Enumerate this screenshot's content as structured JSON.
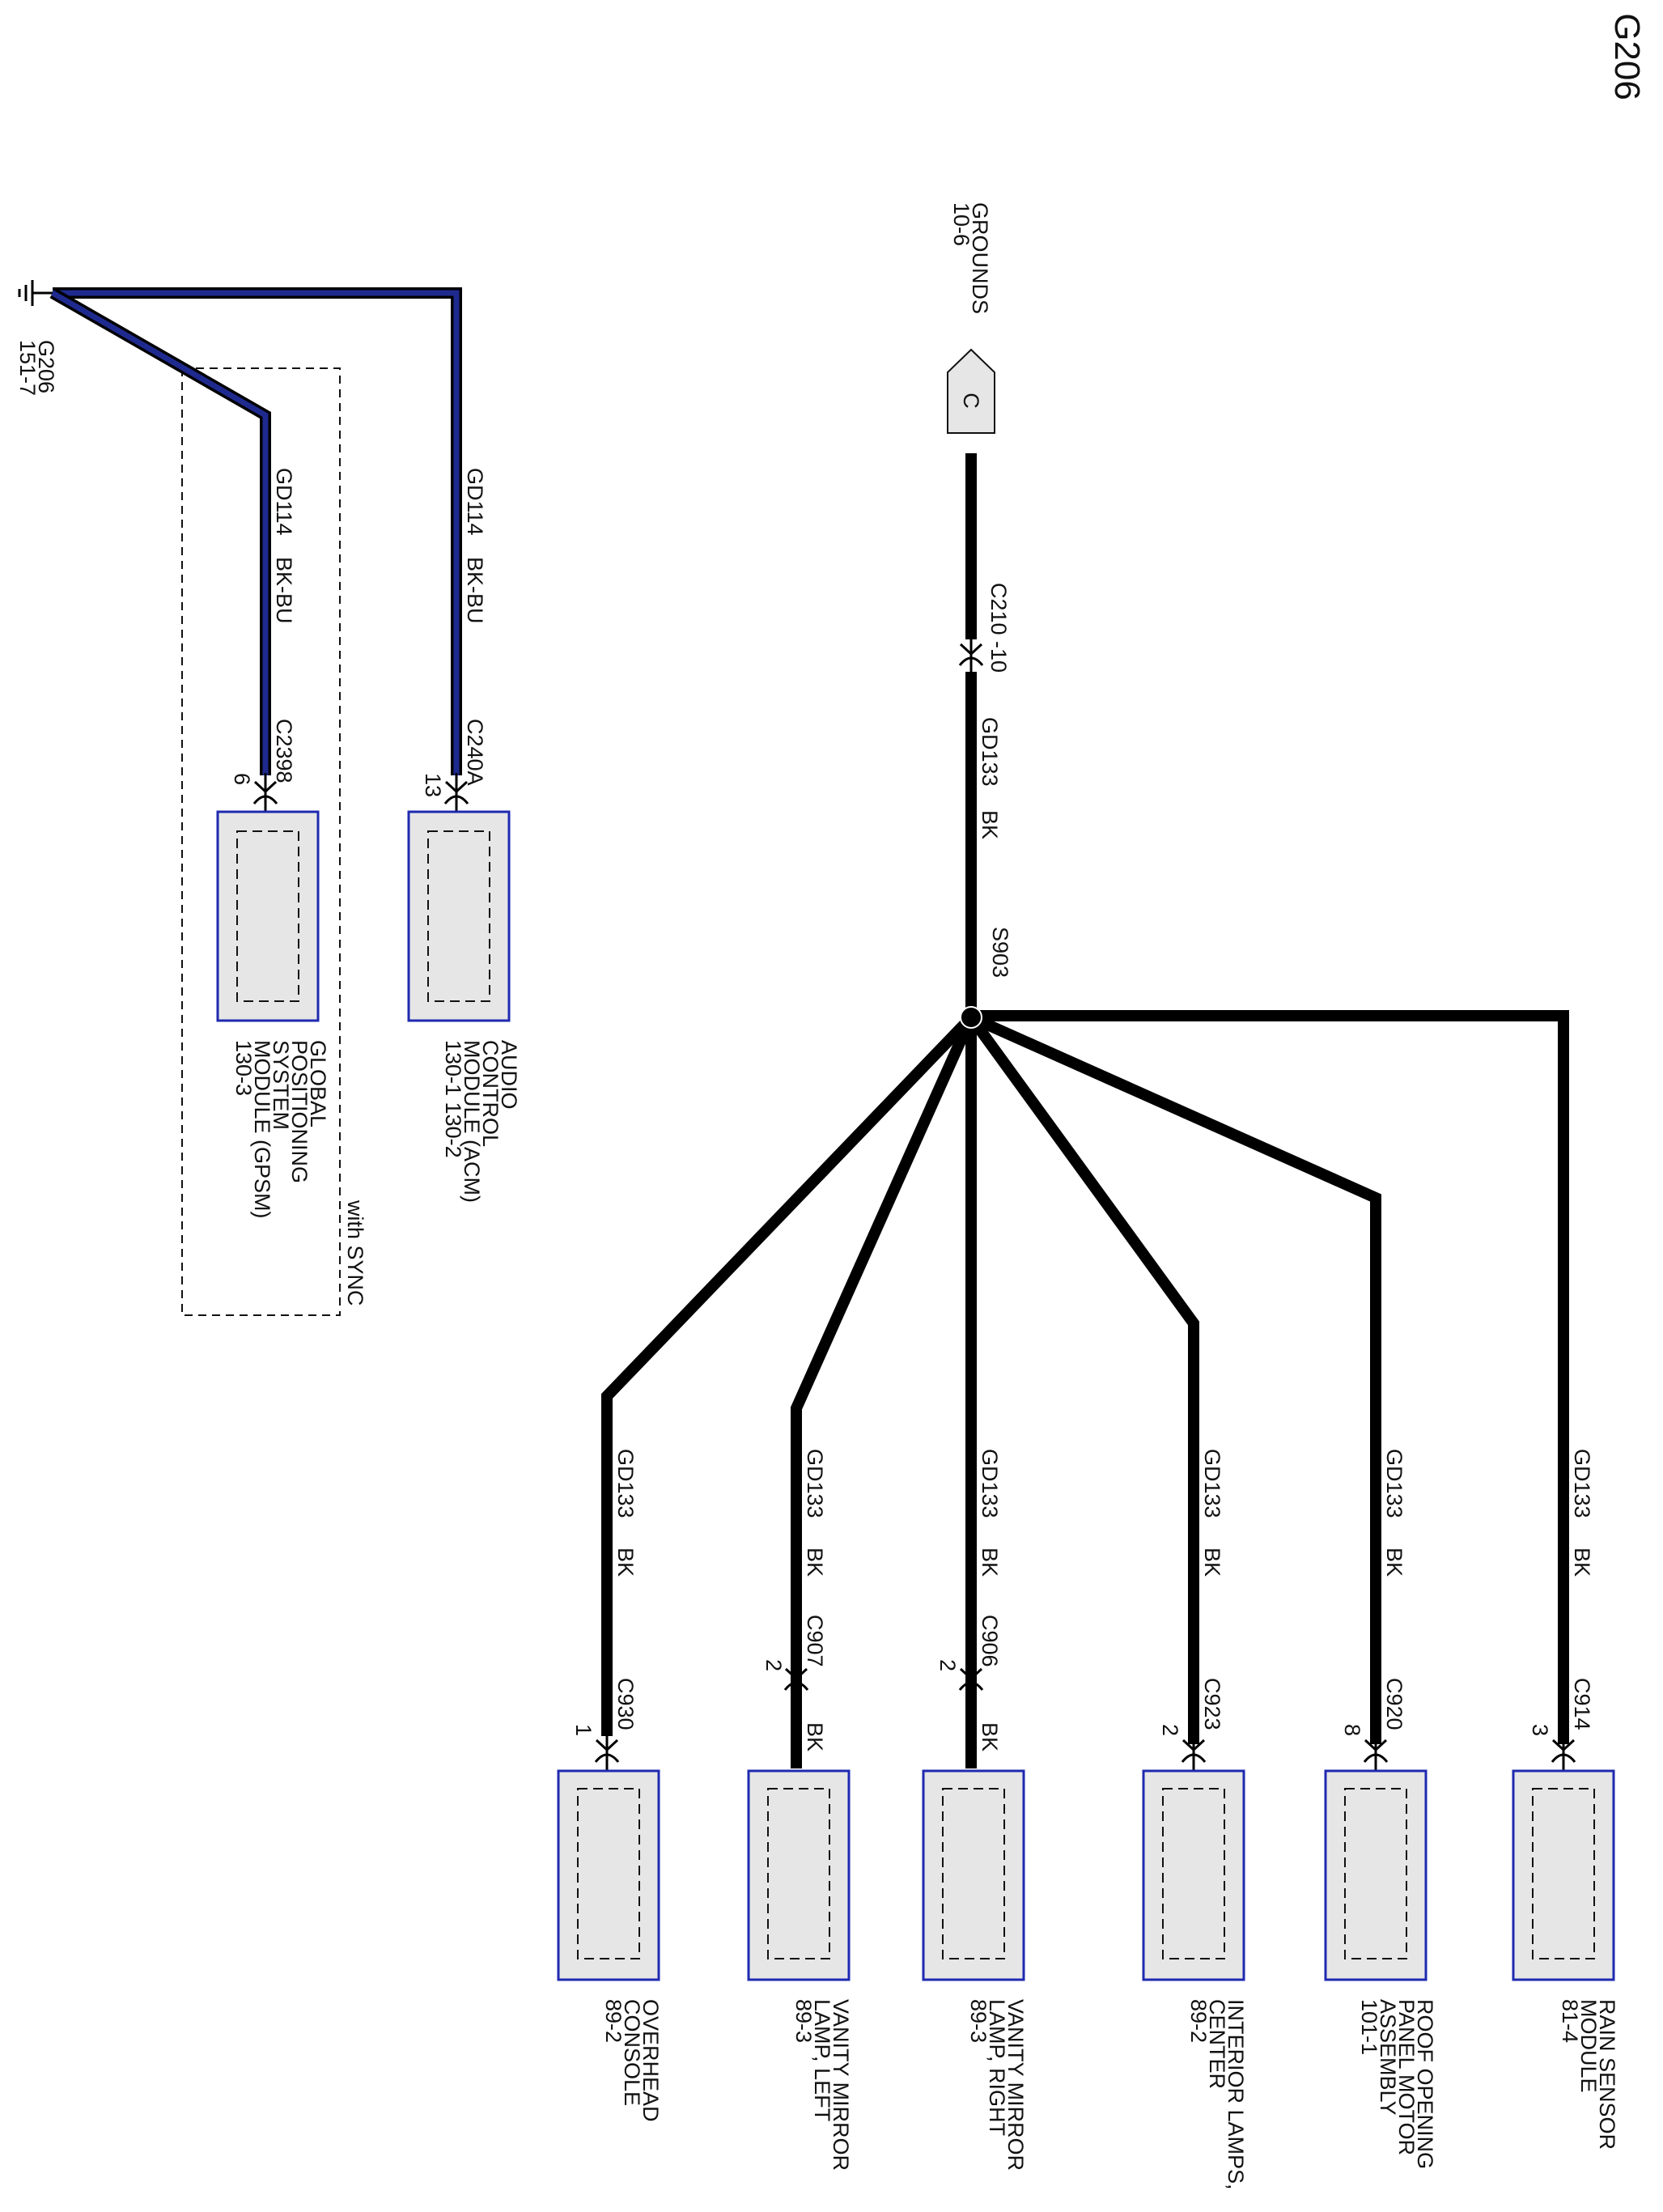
{
  "page_title": "G206",
  "grounds_connector": {
    "letter": "C",
    "label_line1": "GROUNDS",
    "label_line2": "10-6"
  },
  "inline_connector": {
    "label": "C210  -10"
  },
  "splice": {
    "label": "S903"
  },
  "trunk_circuit": {
    "circuit": "GD133",
    "color": "BK"
  },
  "branches": [
    {
      "circuit": "GD133",
      "color": "BK",
      "connector": "C930",
      "pin": "1",
      "extra": "",
      "name_lines": [
        "OVERHEAD",
        "CONSOLE",
        "89-2"
      ]
    },
    {
      "circuit": "GD133",
      "color": "BK",
      "connector": "C907",
      "pin": "2",
      "extra": "BK",
      "name_lines": [
        "VANITY MIRROR",
        "LAMP, LEFT",
        "89-3"
      ]
    },
    {
      "circuit": "GD133",
      "color": "BK",
      "connector": "C906",
      "pin": "2",
      "extra": "BK",
      "name_lines": [
        "VANITY MIRROR",
        "LAMP, RIGHT",
        "89-3"
      ]
    },
    {
      "circuit": "GD133",
      "color": "BK",
      "connector": "C923",
      "pin": "2",
      "extra": "",
      "name_lines": [
        "INTERIOR LAMPS,",
        "CENTER",
        "89-2"
      ]
    },
    {
      "circuit": "GD133",
      "color": "BK",
      "connector": "C920",
      "pin": "8",
      "extra": "",
      "name_lines": [
        "ROOF OPENING",
        "PANEL MOTOR",
        "ASSEMBLY",
        "101-1"
      ]
    },
    {
      "circuit": "GD133",
      "color": "BK",
      "connector": "C914",
      "pin": "3",
      "extra": "",
      "name_lines": [
        "RAIN SENSOR",
        "MODULE",
        "81-4"
      ]
    }
  ],
  "ground_point": {
    "label_line1": "G206",
    "label_line2": "151-7"
  },
  "acm": {
    "circuit": "GD114",
    "color": "BK-BU",
    "connector": "C240A",
    "pin": "13",
    "name_lines": [
      "AUDIO",
      "CONTROL",
      "MODULE (ACM)",
      "130-1    130-2"
    ]
  },
  "gpsm": {
    "circuit": "GD114",
    "color": "BK-BU",
    "connector": "C2398",
    "pin": "6",
    "name_lines": [
      "GLOBAL",
      "POSITIONING",
      "SYSTEM",
      "MODULE (GPSM)",
      "130-3"
    ]
  },
  "option_label": "with SYNC",
  "colors": {
    "bk_wire": "#000000",
    "bu_tracer": "#1f2a8f",
    "component_fill": "#e6e6e6",
    "component_border": "#1f2ab0"
  }
}
